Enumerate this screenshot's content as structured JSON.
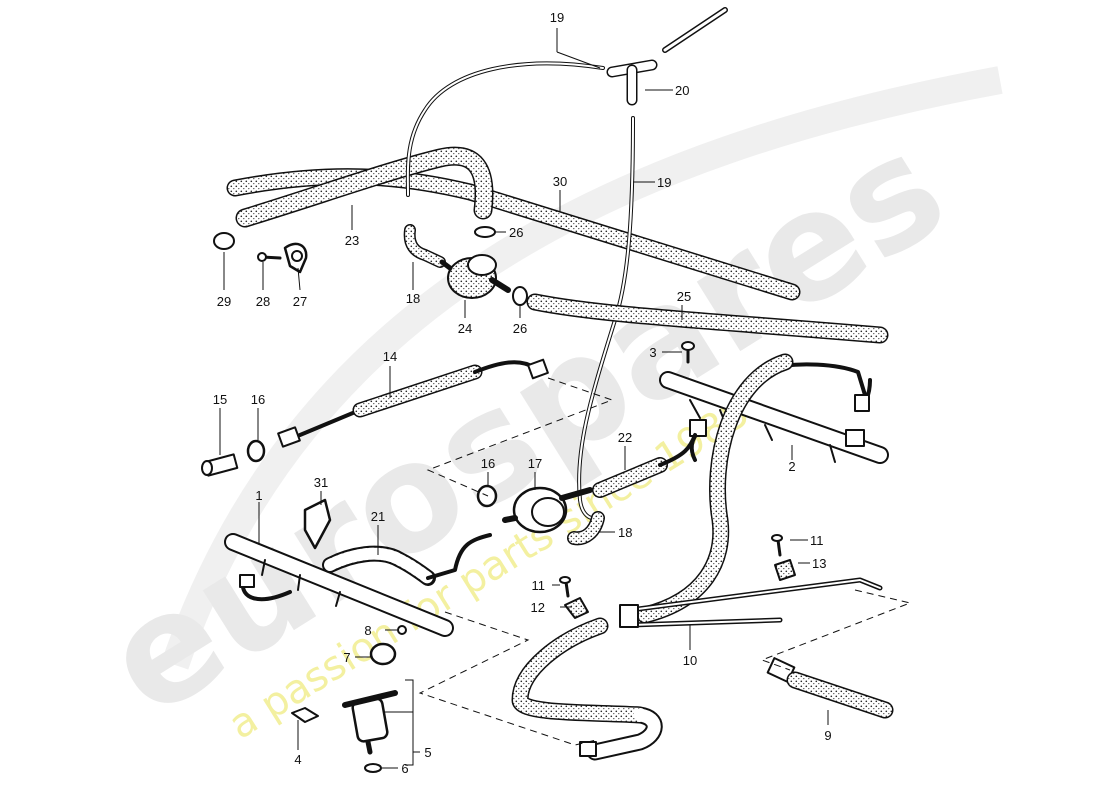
{
  "watermark": {
    "brand": "eurospares",
    "tagline": "a passion for parts since 1985",
    "color": "#e9e9e9",
    "tagline_color": "#f3f0a0"
  },
  "callouts": [
    {
      "id": "c19a",
      "text": "19"
    },
    {
      "id": "c20",
      "text": "20"
    },
    {
      "id": "c19b",
      "text": "19"
    },
    {
      "id": "c30",
      "text": "30"
    },
    {
      "id": "c23",
      "text": "23"
    },
    {
      "id": "c26a",
      "text": "26"
    },
    {
      "id": "c29",
      "text": "29"
    },
    {
      "id": "c28",
      "text": "28"
    },
    {
      "id": "c27",
      "text": "27"
    },
    {
      "id": "c18a",
      "text": "18"
    },
    {
      "id": "c24",
      "text": "24"
    },
    {
      "id": "c26b",
      "text": "26"
    },
    {
      "id": "c25",
      "text": "25"
    },
    {
      "id": "c14",
      "text": "14"
    },
    {
      "id": "c3",
      "text": "3"
    },
    {
      "id": "c15",
      "text": "15"
    },
    {
      "id": "c16a",
      "text": "16"
    },
    {
      "id": "c2",
      "text": "2"
    },
    {
      "id": "c22",
      "text": "22"
    },
    {
      "id": "c16b",
      "text": "16"
    },
    {
      "id": "c17",
      "text": "17"
    },
    {
      "id": "c31",
      "text": "31"
    },
    {
      "id": "c1",
      "text": "1"
    },
    {
      "id": "c21",
      "text": "21"
    },
    {
      "id": "c18b",
      "text": "18"
    },
    {
      "id": "c11a",
      "text": "11"
    },
    {
      "id": "c13",
      "text": "13"
    },
    {
      "id": "c11b",
      "text": "11"
    },
    {
      "id": "c12",
      "text": "12"
    },
    {
      "id": "c8",
      "text": "8"
    },
    {
      "id": "c7",
      "text": "7"
    },
    {
      "id": "c10",
      "text": "10"
    },
    {
      "id": "c4",
      "text": "4"
    },
    {
      "id": "c5",
      "text": "5"
    },
    {
      "id": "c6",
      "text": "6"
    },
    {
      "id": "c9",
      "text": "9"
    }
  ]
}
